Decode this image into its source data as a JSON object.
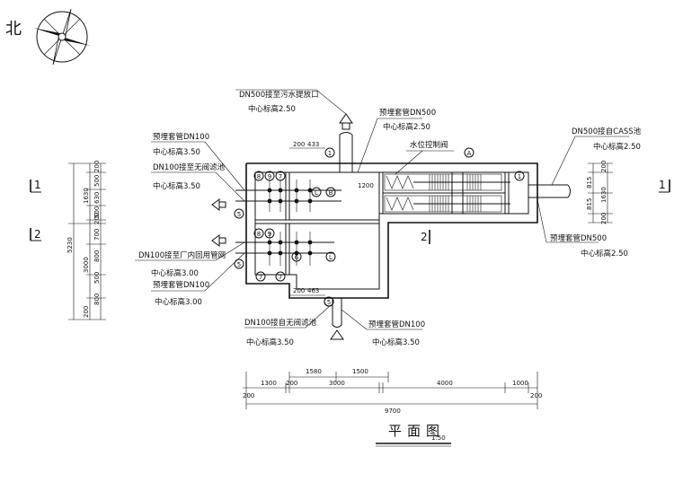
{
  "north": {
    "label": "北"
  },
  "callouts": {
    "dn500_sewage": "DN500接至污水提放口",
    "dn500_sewage_elev": "中心标高2.50",
    "pre_dn500_top": "预埋套管DN500",
    "pre_dn500_top_elev": "中心标高2.50",
    "pre_dn100_left": "预埋套管DN100",
    "pre_dn100_left_elev": "中心标高3.50",
    "dn100_to_filter": "DN100接至无阀滤池",
    "dn100_to_filter_elev": "中心标高3.50",
    "dn100_to_reuse": "DN100接至厂内回用管网",
    "dn100_to_reuse_elev": "中心标高3.00",
    "pre_dn100_left2": "预埋套管DN100",
    "pre_dn100_left2_elev": "中心标高3.00",
    "water_level_valve": "水位控制阀",
    "dn500_from_cass": "DN500接自CASS池",
    "dn500_from_cass_elev": "中心标高2.50",
    "pre_dn500_right": "预埋套管DN500",
    "pre_dn500_right_elev": "中心标高2.50",
    "dn100_from_filter": "DN100接自无阀滤池",
    "dn100_from_filter_elev": "中心标高3.50",
    "pre_dn100_bottom": "预埋套管DN100",
    "pre_dn100_bottom_elev": "中心标高3.50"
  },
  "section_marks": {
    "s1": "1",
    "s2": "2",
    "mid2": "2"
  },
  "markers": {
    "one": "1",
    "five": "5",
    "six": "6",
    "seven": "7",
    "eight": "8",
    "nine": "9",
    "A": "A",
    "B": "B",
    "L": "L"
  },
  "dims_top": {
    "d200_1": "200",
    "d433": "433",
    "d200_2": "200",
    "d463": "463",
    "d1200": "1200"
  },
  "dims_left": {
    "d200a": "200",
    "d500a": "500",
    "d630": "630",
    "d1630": "1630",
    "d500b": "500",
    "d200b": "200",
    "d700": "700",
    "d800a": "800",
    "d3000": "3000",
    "d500c": "500",
    "d800b": "800",
    "d200c": "200",
    "d5230": "5230"
  },
  "dims_right": {
    "d200a": "200",
    "d815a": "815",
    "d1630": "1630",
    "d815b": "815",
    "d200b": "200"
  },
  "dims_bottom": {
    "d1580": "1580",
    "d1500": "1500",
    "d200a": "200",
    "d1300": "1300",
    "d200b": "200",
    "d3000": "3000",
    "d4000": "4000",
    "d1000": "1000",
    "d200c": "200",
    "d9700": "9700"
  },
  "title": {
    "main": "平面图",
    "scale": "1:50"
  }
}
